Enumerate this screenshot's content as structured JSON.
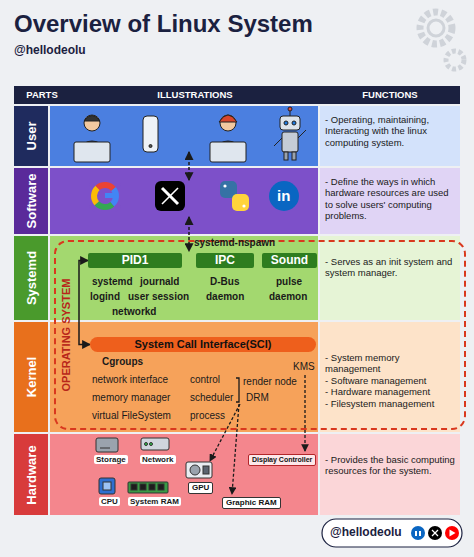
{
  "diagram": {
    "title": "Overview of Linux System",
    "nodes": [
      {
        "text": [
          "PARTS",
          "ILLUSTRATIONS",
          "FUNCTIONS"
        ]
      },
      {
        "text": [
          "User"
        ]
      },
      {
        "text": [
          "- Operating, maintaining, Interacting with the linux computing system."
        ]
      },
      {
        "text": [
          "Software"
        ]
      },
      {
        "text": [
          "- Define the ways in which hardware resources are used to solve users' computing problems."
        ]
      },
      {
        "text": [
          "Systemd"
        ]
      },
      {
        "text": [
          "- Serves as an init system and system manager."
        ]
      },
      {
        "text": [
          "Kernel"
        ]
      },
      {
        "text": [
          "- System memory management",
          "- Software management",
          "- Hardware management",
          "- Filesystem management"
        ]
      },
      {
        "text": [
          "Hardware"
        ]
      },
      {
        "text": [
          "- Provides the basic computing resources for the system."
        ]
      },
      {
        "text": [
          "OPERATING SYSTEM"
        ]
      },
      {
        "text": [
          "PID1"
        ],
        "in": 11
      },
      {
        "text": [
          "IPC"
        ],
        "in": 11
      },
      {
        "text": [
          "Sound"
        ],
        "in": 11
      },
      {
        "text": [
          "System Call Interface(SCI)"
        ],
        "in": 11
      },
      {
        "text": [
          "Display Controller"
        ]
      },
      {
        "text": [
          "GPU"
        ]
      },
      {
        "text": [
          "Graphic RAM"
        ]
      }
    ],
    "edges": [
      {
        "from": 12,
        "to": 15,
        "arrow": "both"
      }
    ],
    "labels": [
      "@hellodeolu",
      "in",
      "systemd-nspawn",
      "systemd",
      "journald",
      "logind",
      "user session",
      "networkd",
      "D-Bus",
      "daemon",
      "pulse",
      "daemon",
      "Cgroups",
      "network interface",
      "control",
      "memory manager",
      "scheduler",
      "virtual FileSystem",
      "process",
      "render node",
      "DRM",
      "KMS",
      "Storage",
      "Network",
      "CPU",
      "System RAM",
      "@hellodeolu"
    ]
  }
}
